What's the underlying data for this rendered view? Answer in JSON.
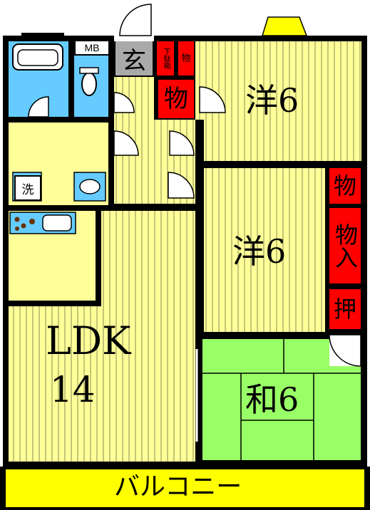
{
  "rooms": {
    "ldk": {
      "name": "LDK",
      "size": "14"
    },
    "western1": {
      "label": "洋6"
    },
    "western2": {
      "label": "洋6"
    },
    "japanese": {
      "label": "和6"
    },
    "balcony": {
      "label": "バルコニー"
    }
  },
  "fixtures": {
    "mb": "MB",
    "entrance": "玄",
    "storage": "物",
    "shoe_box": "下駄箱",
    "storage_small": "物",
    "storage_west2a": "物",
    "storage_west2b": "物入",
    "closet": "押",
    "washer": "洗"
  },
  "colors": {
    "wood_floor": "#ffff99",
    "wood_stripe": "#8b8b56",
    "tatami": "#99ff66",
    "bath": "#66ccff",
    "storage": "#ff0000",
    "entrance": "#a9a9a9",
    "balcony": "#ffff00"
  }
}
